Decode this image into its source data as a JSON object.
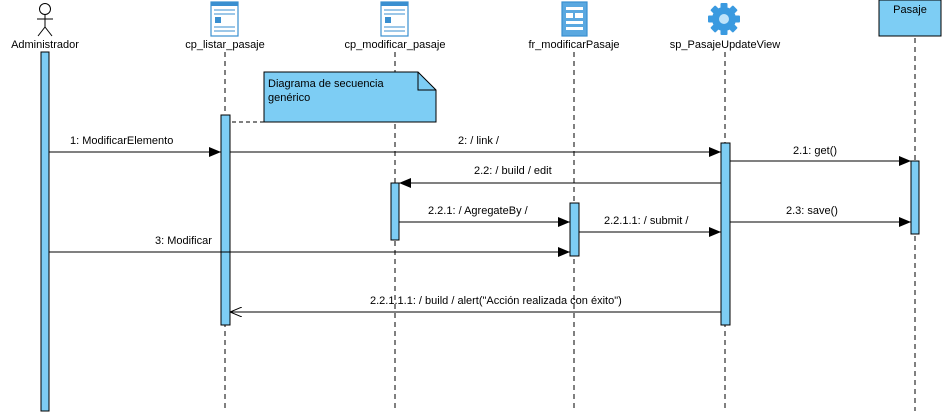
{
  "colors": {
    "activation": "#7dcdf4",
    "note": "#7dcdf4",
    "line": "#000000",
    "icon": "#3a8fd0",
    "gear": "#3a9ae0"
  },
  "lifelines": [
    {
      "id": "admin",
      "label": "Administrador",
      "icon": "actor-icon"
    },
    {
      "id": "cp_listar",
      "label": "cp_listar_pasaje",
      "icon": "web-page-icon"
    },
    {
      "id": "cp_modificar",
      "label": "cp_modificar_pasaje",
      "icon": "web-page-icon"
    },
    {
      "id": "fr_modificar",
      "label": "fr_modificarPasaje",
      "icon": "web-form-icon"
    },
    {
      "id": "sp_update",
      "label": "sp_PasajeUpdateView",
      "icon": "gear-icon"
    },
    {
      "id": "pasaje",
      "label": "Pasaje",
      "icon": "class-box"
    }
  ],
  "note": {
    "text_line1": "Diagrama de secuencia",
    "text_line2": "genérico"
  },
  "messages": [
    {
      "id": "m1",
      "label": "1: ModificarElemento",
      "from": "admin",
      "to": "cp_listar",
      "style": "sync"
    },
    {
      "id": "m2",
      "label": "2: / link /",
      "from": "cp_listar",
      "to": "sp_update",
      "style": "sync"
    },
    {
      "id": "m21",
      "label": "2.1: get()",
      "from": "sp_update",
      "to": "pasaje",
      "style": "sync"
    },
    {
      "id": "m22",
      "label": "2.2: / build / edit",
      "from": "sp_update",
      "to": "cp_modificar",
      "style": "sync"
    },
    {
      "id": "m221",
      "label": "2.2.1: / AgregateBy /",
      "from": "cp_modificar",
      "to": "fr_modificar",
      "style": "sync"
    },
    {
      "id": "m2211",
      "label": "2.2.1.1: / submit /",
      "from": "fr_modificar",
      "to": "sp_update",
      "style": "sync"
    },
    {
      "id": "m23",
      "label": "2.3: save()",
      "from": "sp_update",
      "to": "pasaje",
      "style": "sync"
    },
    {
      "id": "m3",
      "label": "3: Modificar",
      "from": "admin",
      "to": "fr_modificar",
      "style": "sync"
    },
    {
      "id": "m22111",
      "label": "2.2.1.1.1: / build / alert(\"Acción realizada con éxito\")",
      "from": "sp_update",
      "to": "cp_listar",
      "style": "open"
    }
  ]
}
